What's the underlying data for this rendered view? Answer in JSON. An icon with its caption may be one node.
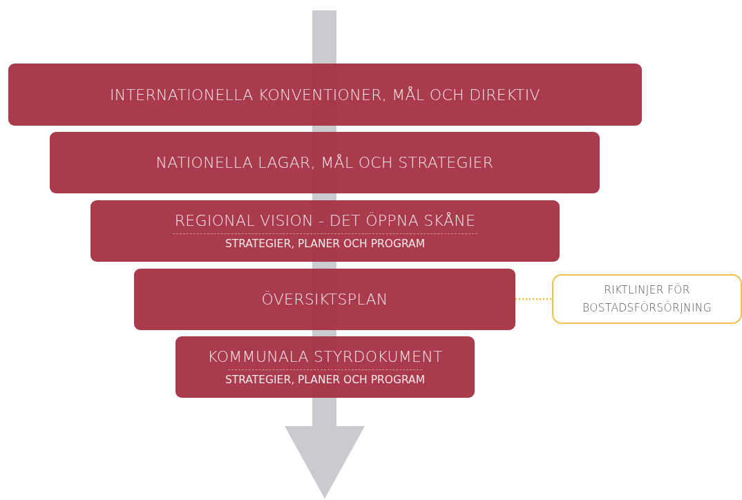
{
  "diagram": {
    "nodes": [
      {
        "text": [
          "INTERNATIONELLA KONVENTIONER, MÅL OCH DIREKTIV"
        ]
      },
      {
        "text": [
          "NATIONELLA LAGAR, MÅL OCH STRATEGIER"
        ]
      },
      {
        "text": [
          "REGIONAL VISION - DET ÖPPNA SKÅNE",
          "STRATEGIER, PLANER OCH PROGRAM"
        ]
      },
      {
        "text": [
          "ÖVERSIKTSPLAN"
        ]
      },
      {
        "text": [
          "KOMMUNALA STYRDOKUMENT",
          "STRATEGIER, PLANER OCH PROGRAM"
        ]
      },
      {
        "text": [
          "RIKTLINJER FÖR BOSTADSFÖRSÖRJNING"
        ]
      }
    ],
    "edges": [
      {
        "from": 3,
        "to": 5,
        "arrow": "none",
        "style": "dashed",
        "color": "#f0b429"
      }
    ]
  }
}
